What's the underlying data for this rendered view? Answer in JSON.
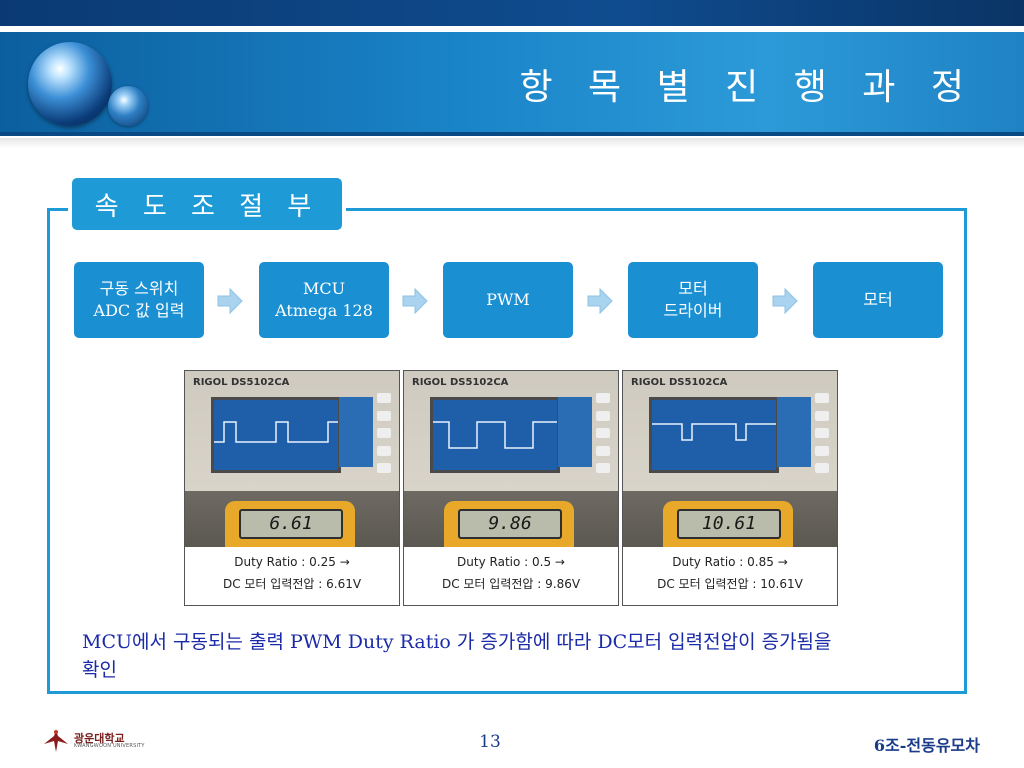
{
  "header": {
    "title": "항 목 별 진 행 과 정"
  },
  "section": {
    "tab_label": "속 도 조 절 부"
  },
  "flow": [
    {
      "line1": "구동 스위치",
      "line2": "ADC 값 입력"
    },
    {
      "line1": "MCU",
      "line2": "Atmega 128"
    },
    {
      "line1": "PWM",
      "line2": ""
    },
    {
      "line1": "모터",
      "line2": "드라이버"
    },
    {
      "line1": "모터",
      "line2": ""
    }
  ],
  "photos": [
    {
      "brand": "RIGOL DS5102CA",
      "meter_reading": "6.61",
      "caption_line1": "Duty Ratio : 0.25 →",
      "caption_line2": "DC 모터 입력전압 : 6.61V"
    },
    {
      "brand": "RIGOL DS5102CA",
      "meter_reading": "9.86",
      "caption_line1": "Duty Ratio : 0.5 →",
      "caption_line2": "DC 모터 입력전압 : 9.86V"
    },
    {
      "brand": "RIGOL DS5102CA",
      "meter_reading": "10.61",
      "caption_line1": "Duty Ratio : 0.85 →",
      "caption_line2": "DC 모터 입력전압 : 10.61V"
    }
  ],
  "note": {
    "line1": "MCU에서 구동되는 출력 PWM Duty Ratio 가 증가함에 따라 DC모터 입력전압이 증가됨을",
    "line2": "확인"
  },
  "footer": {
    "university_name": "광운대학교",
    "university_sub": "KWANGWOON UNIVERSITY",
    "page_number": "13",
    "team": "6조-전동유모차"
  },
  "colors": {
    "accent": "#1e9ad6",
    "flow_box": "#1a8fd2",
    "note_text": "#1a2aa8"
  }
}
